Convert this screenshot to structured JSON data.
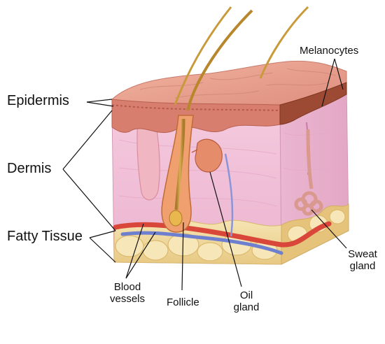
{
  "labels": {
    "epidermis": "Epidermis",
    "dermis": "Dermis",
    "fatty_tissue": "Fatty Tissue",
    "melanocytes": "Melanocytes",
    "sweat_gland": [
      "Sweat",
      "gland"
    ],
    "blood_vessels": [
      "Blood",
      "vessels"
    ],
    "follicle": "Follicle",
    "oil_gland": [
      "Oil",
      "gland"
    ]
  },
  "colors": {
    "epidermis": "#e9a08e",
    "dermis": "#f2c6dc",
    "fat": "#f1dca0",
    "hair": "#c89a3a",
    "artery": "#d9473b",
    "vein": "#6f7fd0",
    "line": "#111111"
  }
}
